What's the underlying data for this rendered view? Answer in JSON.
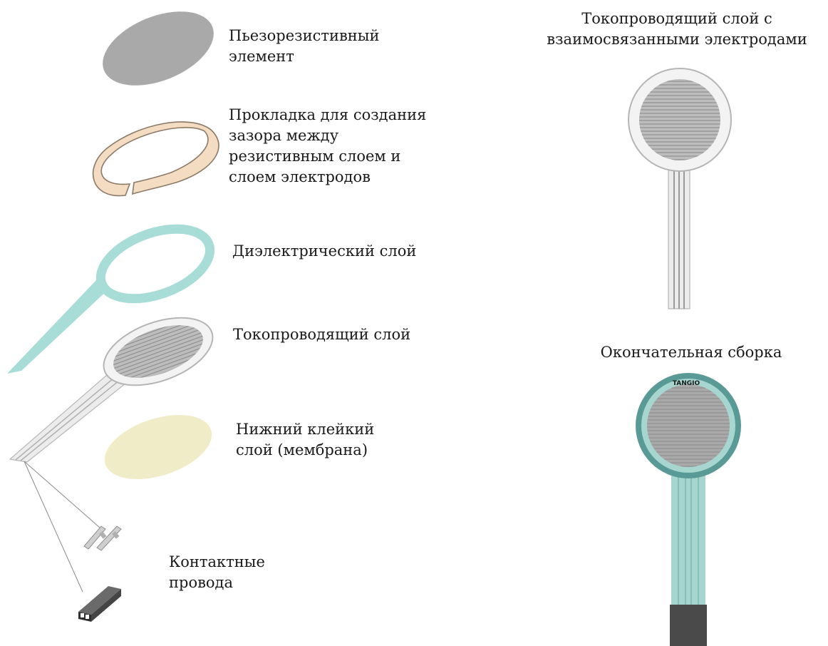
{
  "labels": {
    "piezo_element": [
      "Пьезорезистивный",
      "элемент"
    ],
    "spacer": [
      "Прокладка для создания",
      "зазора между",
      "резистивным слоем и",
      "слоем электродов"
    ],
    "dielectric": "Диэлектрический слой",
    "conductive": "Токопроводящий слой",
    "bottom_adhesive": [
      "Нижний клейкий",
      "слой (мембрана)"
    ],
    "contact_wires": [
      "Контактные",
      "провода"
    ],
    "conductive_electrodes": [
      "Токопроводящий слой с",
      "взаимосвязанными электродами"
    ],
    "final_assembly": "Окончательная сборка",
    "brand_logo": "TANGIO"
  },
  "colors": {
    "piezo": "#a9a9a9",
    "spacer_fill": "#f3dcc2",
    "dielectric": "#a8dcd6",
    "conductive_edge": "#b5b5b5",
    "adhesive": "#f1ecc8",
    "assembly_ring": "#5a9a96",
    "assembly_teal": "#a6d6cf",
    "connector": "#4a4a4a"
  }
}
